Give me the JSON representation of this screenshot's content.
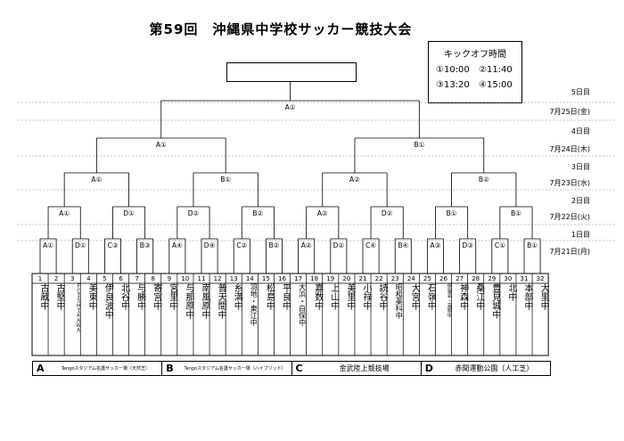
{
  "title": "第59回　沖縄県中学校サッカー競技大会",
  "kickoff": {
    "title": "キックオフ時間",
    "times": [
      "①10:00",
      "②11:40",
      "③13:20",
      "④15:00"
    ]
  },
  "days": [
    {
      "label": "5日目",
      "date": "7月25日(金)"
    },
    {
      "label": "4日目",
      "date": "7月24日(木)"
    },
    {
      "label": "3日目",
      "date": "7月23日(水)"
    },
    {
      "label": "2日目",
      "date": "7月22日(火)"
    },
    {
      "label": "1日目",
      "date": "7月21日(月)"
    }
  ],
  "teams": [
    {
      "num": "1",
      "name": "古蔵中"
    },
    {
      "num": "2",
      "name": "古堅中"
    },
    {
      "num": "3",
      "name": "ＦＣＩＳＨＩＫＡＷＡ"
    },
    {
      "num": "4",
      "name": "美東中"
    },
    {
      "num": "5",
      "name": "伊良波中"
    },
    {
      "num": "6",
      "name": "北谷中"
    },
    {
      "num": "7",
      "name": "与勝中"
    },
    {
      "num": "8",
      "name": "寄宮中"
    },
    {
      "num": "9",
      "name": "宮里中"
    },
    {
      "num": "10",
      "name": "与那原中"
    },
    {
      "num": "11",
      "name": "南風原中"
    },
    {
      "num": "12",
      "name": "普天間中"
    },
    {
      "num": "13",
      "name": "糸満中"
    },
    {
      "num": "14",
      "name": "羽地・東江中"
    },
    {
      "num": "15",
      "name": "松島中"
    },
    {
      "num": "16",
      "name": "平良中"
    },
    {
      "num": "17",
      "name": "大浜・白保中"
    },
    {
      "num": "18",
      "name": "嘉数中"
    },
    {
      "num": "19",
      "name": "上山中"
    },
    {
      "num": "20",
      "name": "美里中"
    },
    {
      "num": "21",
      "name": "小禄中"
    },
    {
      "num": "22",
      "name": "読谷中"
    },
    {
      "num": "23",
      "name": "昭和薬科中"
    },
    {
      "num": "24",
      "name": "大宮中"
    },
    {
      "num": "25",
      "name": "石嶺中"
    },
    {
      "num": "26",
      "name": "伊是名・高頭中"
    },
    {
      "num": "27",
      "name": "神森中"
    },
    {
      "num": "28",
      "name": "桑江中"
    },
    {
      "num": "29",
      "name": "豊見城中"
    },
    {
      "num": "30",
      "name": "北中"
    },
    {
      "num": "31",
      "name": "本部中"
    },
    {
      "num": "32",
      "name": "大里中"
    }
  ],
  "r1_labels": [
    "A①",
    "D①",
    "C③",
    "B③",
    "A④",
    "D④",
    "C②",
    "B②",
    "A②",
    "D②",
    "C④",
    "B④",
    "A③",
    "D③",
    "C①",
    "B①"
  ],
  "r2_labels": [
    "A①",
    "D①",
    "D②",
    "B②",
    "A②",
    "D②",
    "B①",
    "B①"
  ],
  "r3_labels": [
    "A①",
    "B①",
    "A②",
    "B②"
  ],
  "r4_labels": [
    "A①",
    "B①"
  ],
  "final_label": "A①",
  "venues": [
    {
      "letter": "A",
      "name": "Tangoスタジアム名護サッカー場（天然芝）"
    },
    {
      "letter": "B",
      "name": "Tangoスタジアム名護サッカー場（ハイブリッド）"
    },
    {
      "letter": "C",
      "name": "金武陸上競技場"
    },
    {
      "letter": "D",
      "name": "赤間運動公園（人工芝）"
    }
  ]
}
